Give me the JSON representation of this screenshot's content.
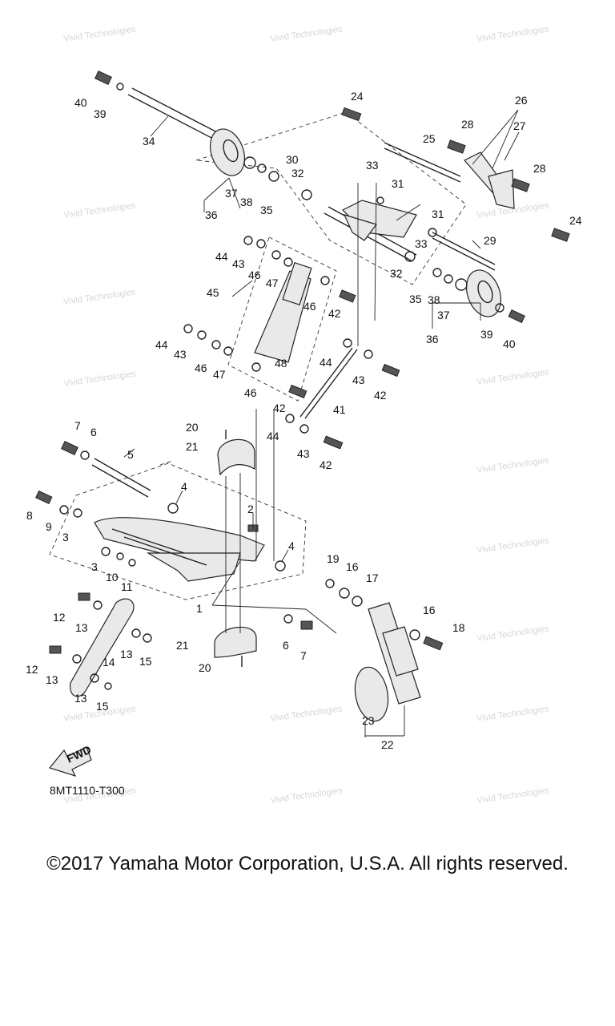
{
  "watermark_text": "Vivid Technologies",
  "diagram_code": "8MT1110-T300",
  "fwd_label": "FWD",
  "copyright": "©2017 Yamaha Motor Corporation, U.S.A. All rights reserved.",
  "callouts": [
    "1",
    "2",
    "3",
    "3",
    "4",
    "4",
    "5",
    "6",
    "6",
    "7",
    "7",
    "8",
    "9",
    "10",
    "11",
    "12",
    "12",
    "13",
    "13",
    "13",
    "13",
    "14",
    "15",
    "15",
    "16",
    "16",
    "17",
    "18",
    "19",
    "20",
    "20",
    "21",
    "21",
    "22",
    "23",
    "24",
    "24",
    "25",
    "26",
    "27",
    "28",
    "28",
    "29",
    "30",
    "31",
    "31",
    "32",
    "32",
    "33",
    "33",
    "34",
    "35",
    "35",
    "36",
    "36",
    "37",
    "37",
    "38",
    "38",
    "39",
    "39",
    "40",
    "40",
    "41",
    "42",
    "42",
    "42",
    "42",
    "43",
    "43",
    "43",
    "43",
    "44",
    "44",
    "44",
    "44",
    "45",
    "46",
    "46",
    "46",
    "46",
    "47",
    "47",
    "48"
  ]
}
